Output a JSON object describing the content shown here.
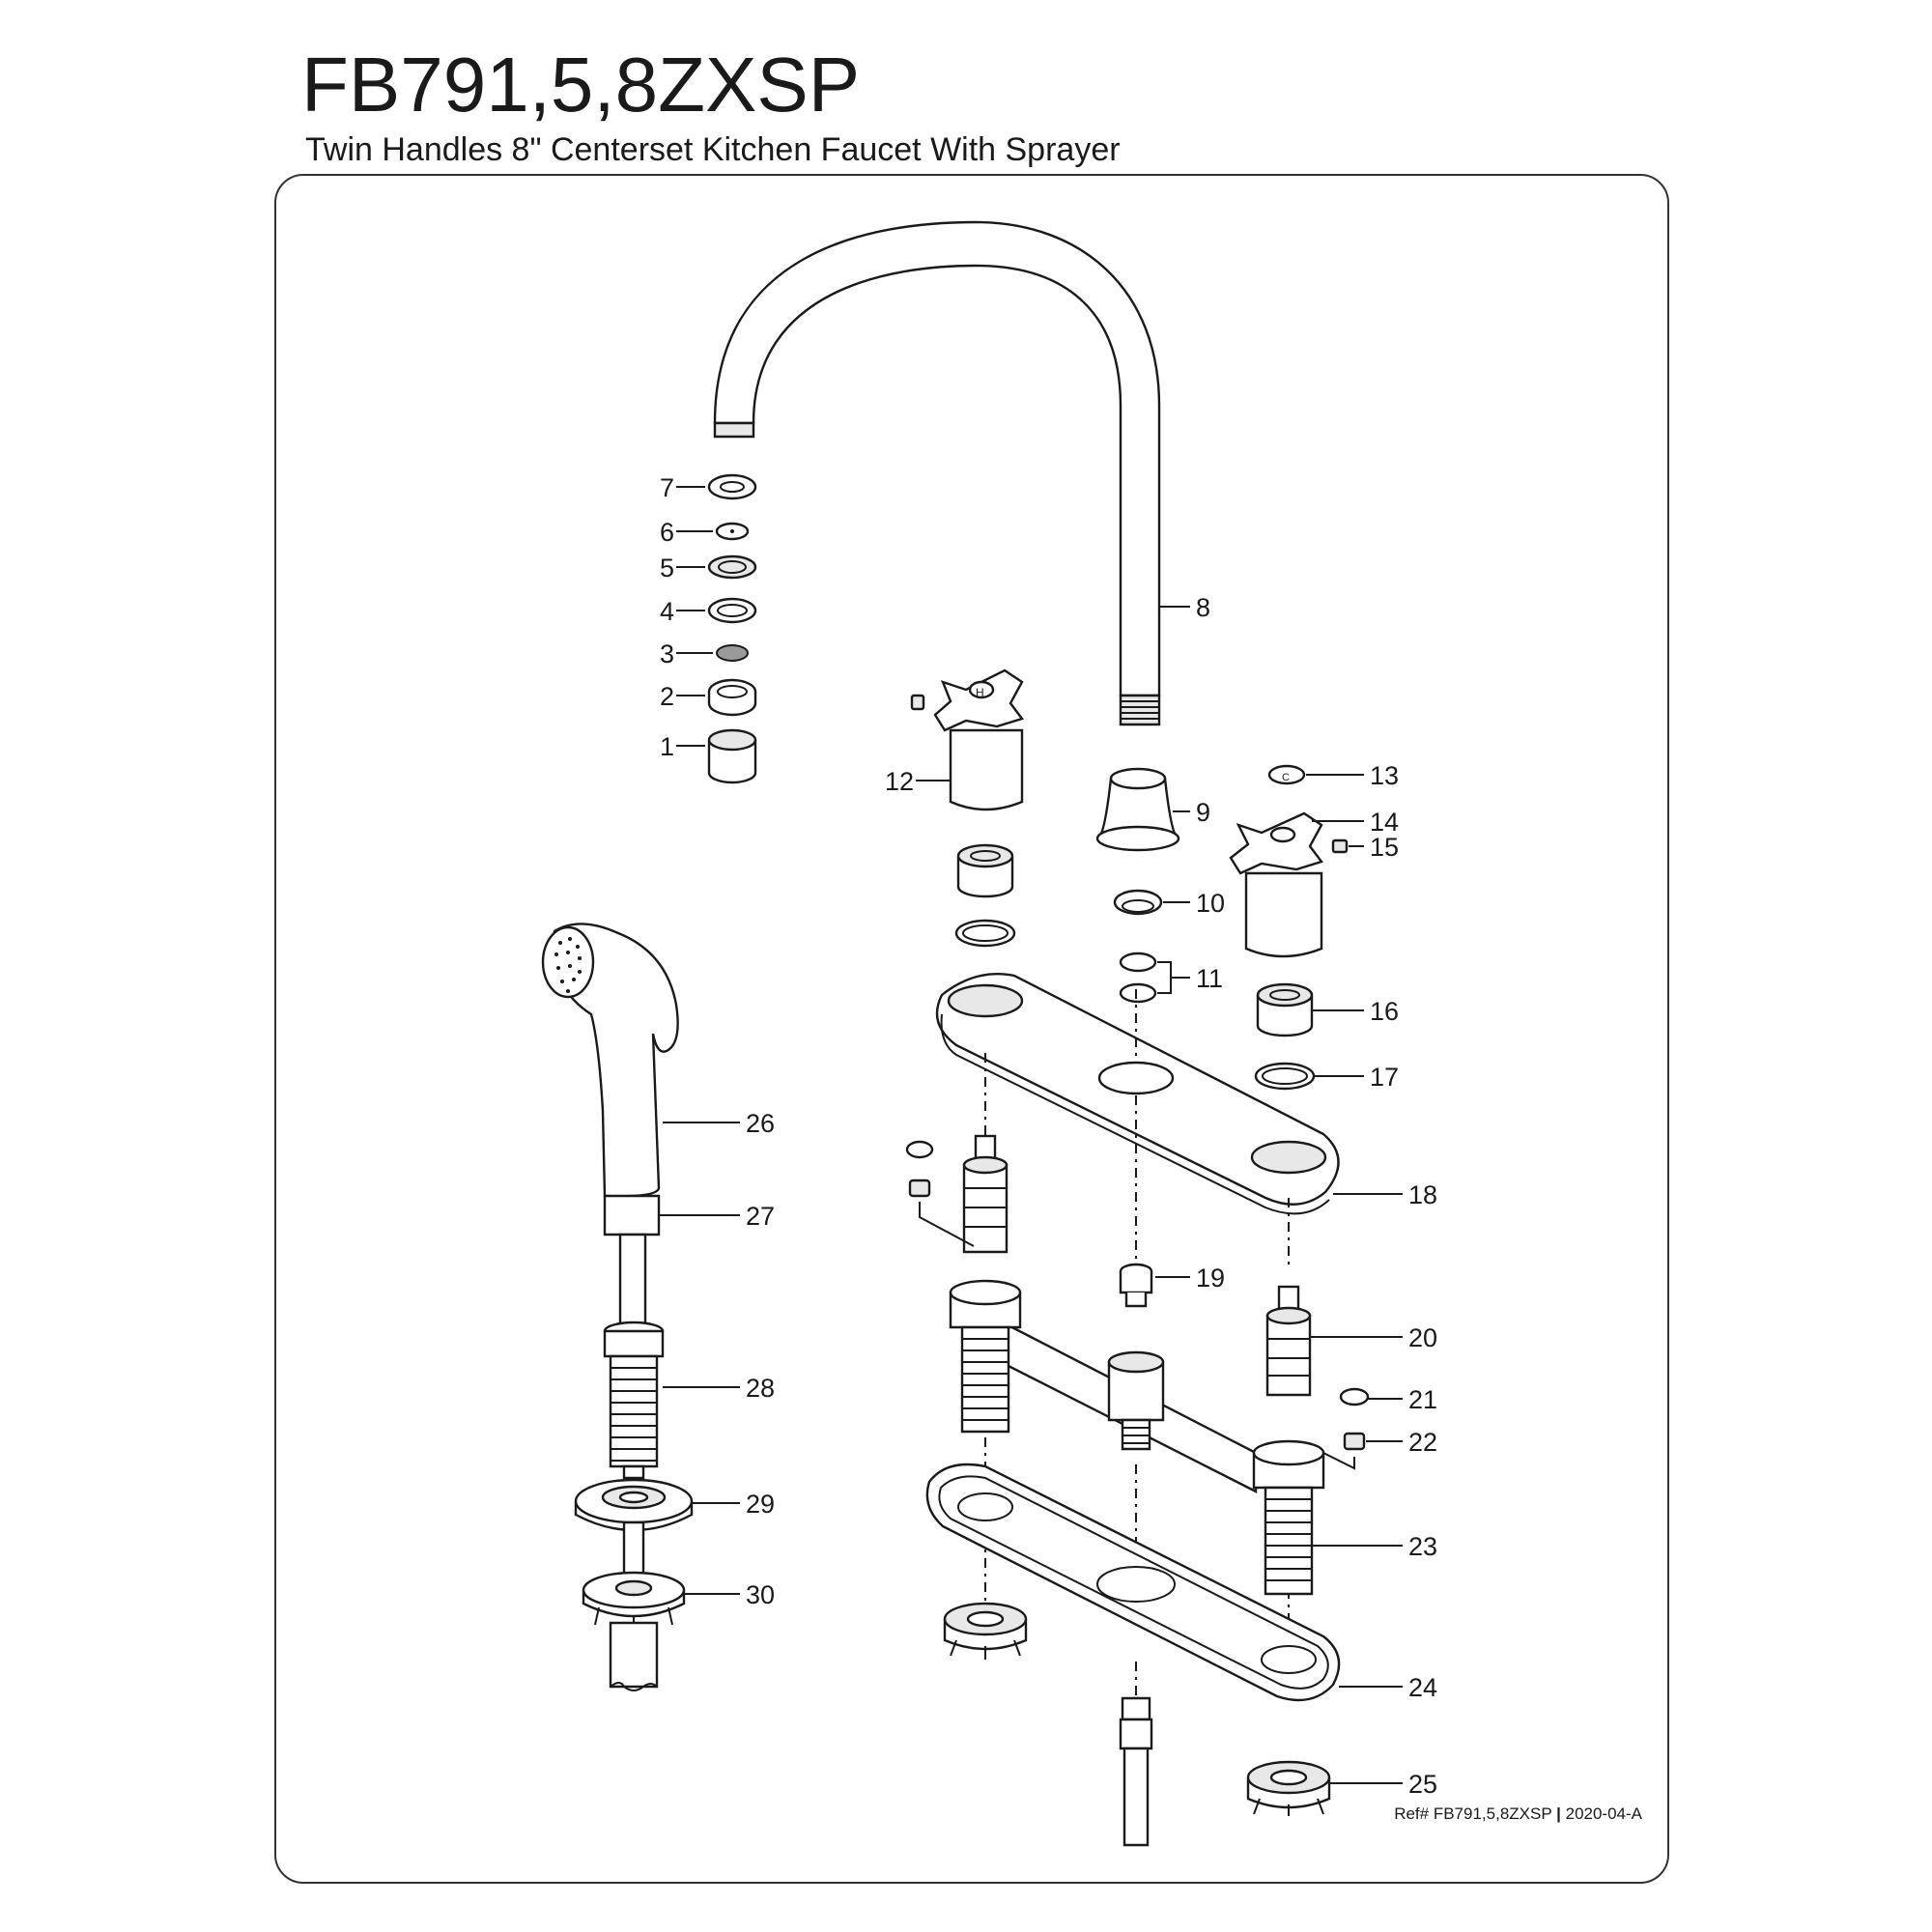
{
  "header": {
    "model": "FB791,5,8ZXSP",
    "subtitle": "Twin Handles 8\" Centerset Kitchen Faucet With Sprayer"
  },
  "footer": {
    "ref_prefix": "Ref# FB791,5,8ZXSP",
    "separator": "|",
    "revision": "2020-04-A"
  },
  "part_numbers": {
    "p1": "1",
    "p2": "2",
    "p3": "3",
    "p4": "4",
    "p5": "5",
    "p6": "6",
    "p7": "7",
    "p8": "8",
    "p9": "9",
    "p10": "10",
    "p11": "11",
    "p12": "12",
    "p13": "13",
    "p14": "14",
    "p15": "15",
    "p16": "16",
    "p17": "17",
    "p18": "18",
    "p19": "19",
    "p20": "20",
    "p21": "21",
    "p22": "22",
    "p23": "23",
    "p24": "24",
    "p25": "25",
    "p26": "26",
    "p27": "27",
    "p28": "28",
    "p29": "29",
    "p30": "30"
  },
  "handle_marks": {
    "hot": "H",
    "cold": "C"
  }
}
